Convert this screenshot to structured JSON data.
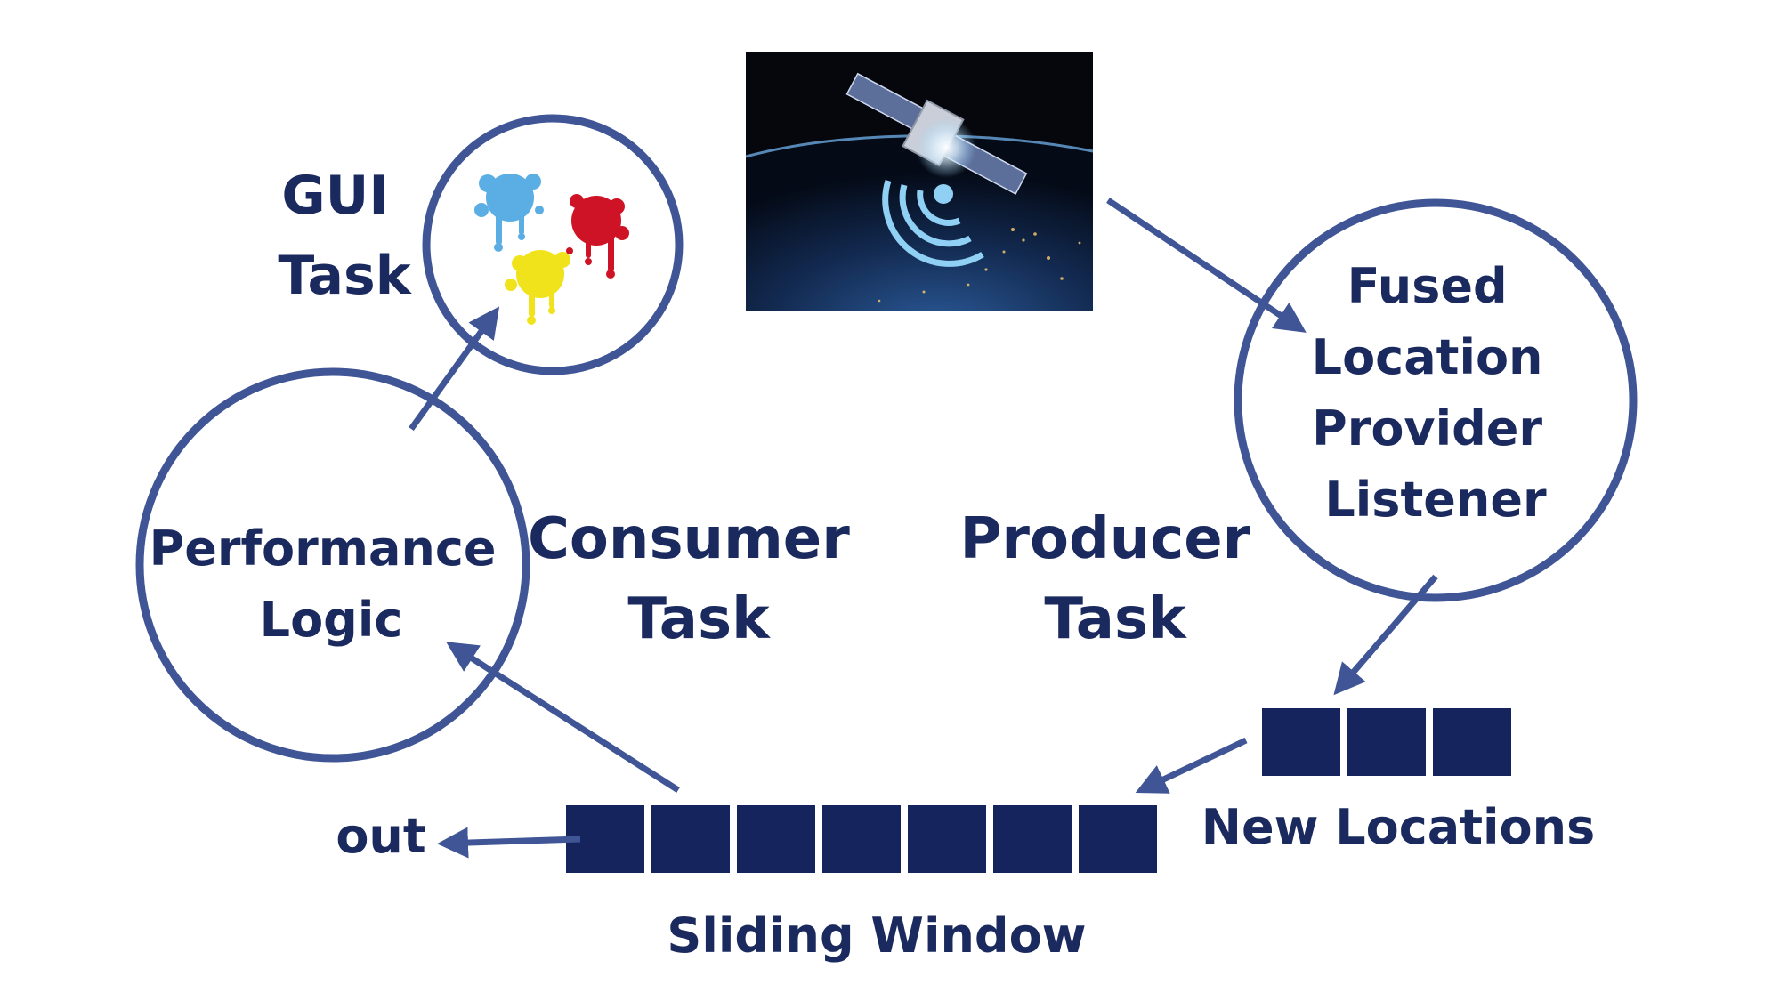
{
  "nodes": {
    "gui_task": [
      "GUI",
      "Task"
    ],
    "performance_logic": [
      "Performance",
      "Logic"
    ],
    "fused_location": [
      "Fused",
      "Location",
      "Provider",
      "Listener"
    ]
  },
  "tasks": {
    "consumer": [
      "Consumer",
      "Task"
    ],
    "producer": [
      "Producer",
      "Task"
    ]
  },
  "buffers": {
    "new_locations": {
      "label": "New Locations",
      "cell_count": 3
    },
    "sliding_window": {
      "label": "Sliding Window",
      "cell_count": 7
    }
  },
  "output": {
    "label": "out"
  },
  "images": {
    "satellite": "satellite-over-earth-image",
    "paint_splats": "paint-splat-icon"
  },
  "colors": {
    "text": "#1b2a5e",
    "lines": "#3f5596",
    "cells": "#16245e"
  }
}
